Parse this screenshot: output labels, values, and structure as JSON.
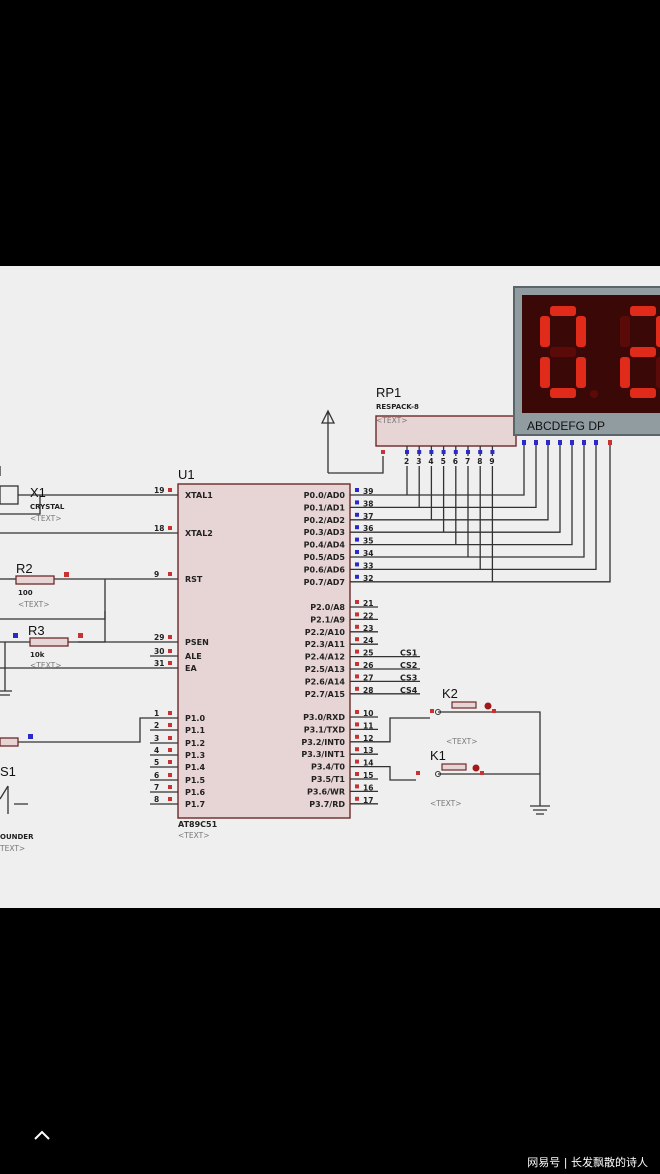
{
  "schematic": {
    "mcu": {
      "ref": "U1",
      "part": "AT89C51",
      "text": "<TEXT>",
      "left_pins": [
        {
          "num": "19",
          "name": "XTAL1"
        },
        {
          "num": "18",
          "name": "XTAL2"
        },
        {
          "num": "9",
          "name": "RST"
        },
        {
          "num": "29",
          "name": "PSEN"
        },
        {
          "num": "30",
          "name": "ALE"
        },
        {
          "num": "31",
          "name": "EA"
        },
        {
          "num": "1",
          "name": "P1.0"
        },
        {
          "num": "2",
          "name": "P1.1"
        },
        {
          "num": "3",
          "name": "P1.2"
        },
        {
          "num": "4",
          "name": "P1.3"
        },
        {
          "num": "5",
          "name": "P1.4"
        },
        {
          "num": "6",
          "name": "P1.5"
        },
        {
          "num": "7",
          "name": "P1.6"
        },
        {
          "num": "8",
          "name": "P1.7"
        }
      ],
      "right_pins": [
        {
          "num": "39",
          "name": "P0.0/AD0"
        },
        {
          "num": "38",
          "name": "P0.1/AD1"
        },
        {
          "num": "37",
          "name": "P0.2/AD2"
        },
        {
          "num": "36",
          "name": "P0.3/AD3"
        },
        {
          "num": "35",
          "name": "P0.4/AD4"
        },
        {
          "num": "34",
          "name": "P0.5/AD5"
        },
        {
          "num": "33",
          "name": "P0.6/AD6"
        },
        {
          "num": "32",
          "name": "P0.7/AD7"
        },
        {
          "num": "21",
          "name": "P2.0/A8"
        },
        {
          "num": "22",
          "name": "P2.1/A9"
        },
        {
          "num": "23",
          "name": "P2.2/A10"
        },
        {
          "num": "24",
          "name": "P2.3/A11"
        },
        {
          "num": "25",
          "name": "P2.4/A12"
        },
        {
          "num": "26",
          "name": "P2.5/A13"
        },
        {
          "num": "27",
          "name": "P2.6/A14"
        },
        {
          "num": "28",
          "name": "P2.7/A15"
        },
        {
          "num": "10",
          "name": "P3.0/RXD"
        },
        {
          "num": "11",
          "name": "P3.1/TXD"
        },
        {
          "num": "12",
          "name": "P3.2/INT0"
        },
        {
          "num": "13",
          "name": "P3.3/INT1"
        },
        {
          "num": "14",
          "name": "P3.4/T0"
        },
        {
          "num": "15",
          "name": "P3.5/T1"
        },
        {
          "num": "16",
          "name": "P3.6/WR"
        },
        {
          "num": "17",
          "name": "P3.7/RD"
        }
      ]
    },
    "rp1": {
      "ref": "RP1",
      "part": "RESPACK-8",
      "text": "<TEXT>",
      "pins": [
        "2",
        "3",
        "4",
        "5",
        "6",
        "7",
        "8",
        "9"
      ]
    },
    "display": {
      "pins_label": "ABCDEFG  DP",
      "digits": [
        "0",
        "2"
      ]
    },
    "x1": {
      "ref": "X1",
      "part": "CRYSTAL",
      "text": "<TEXT>"
    },
    "r2": {
      "ref": "R2",
      "value": "100",
      "text": "<TEXT>"
    },
    "r3": {
      "ref": "R3",
      "value": "10k",
      "text": "<TEXT>"
    },
    "k1": {
      "ref": "K1",
      "text": "<TEXT>"
    },
    "k2": {
      "ref": "K2",
      "text": "<TEXT>"
    },
    "ls1": {
      "ref": "S1",
      "part": "OUNDER",
      "text": "TEXT>"
    },
    "cs_labels": [
      "CS1",
      "CS2",
      "CS3",
      "CS4"
    ]
  },
  "footer": {
    "watermark": "网易号 | 长发飘散的诗人",
    "back_icon": "chevron-up-icon"
  }
}
